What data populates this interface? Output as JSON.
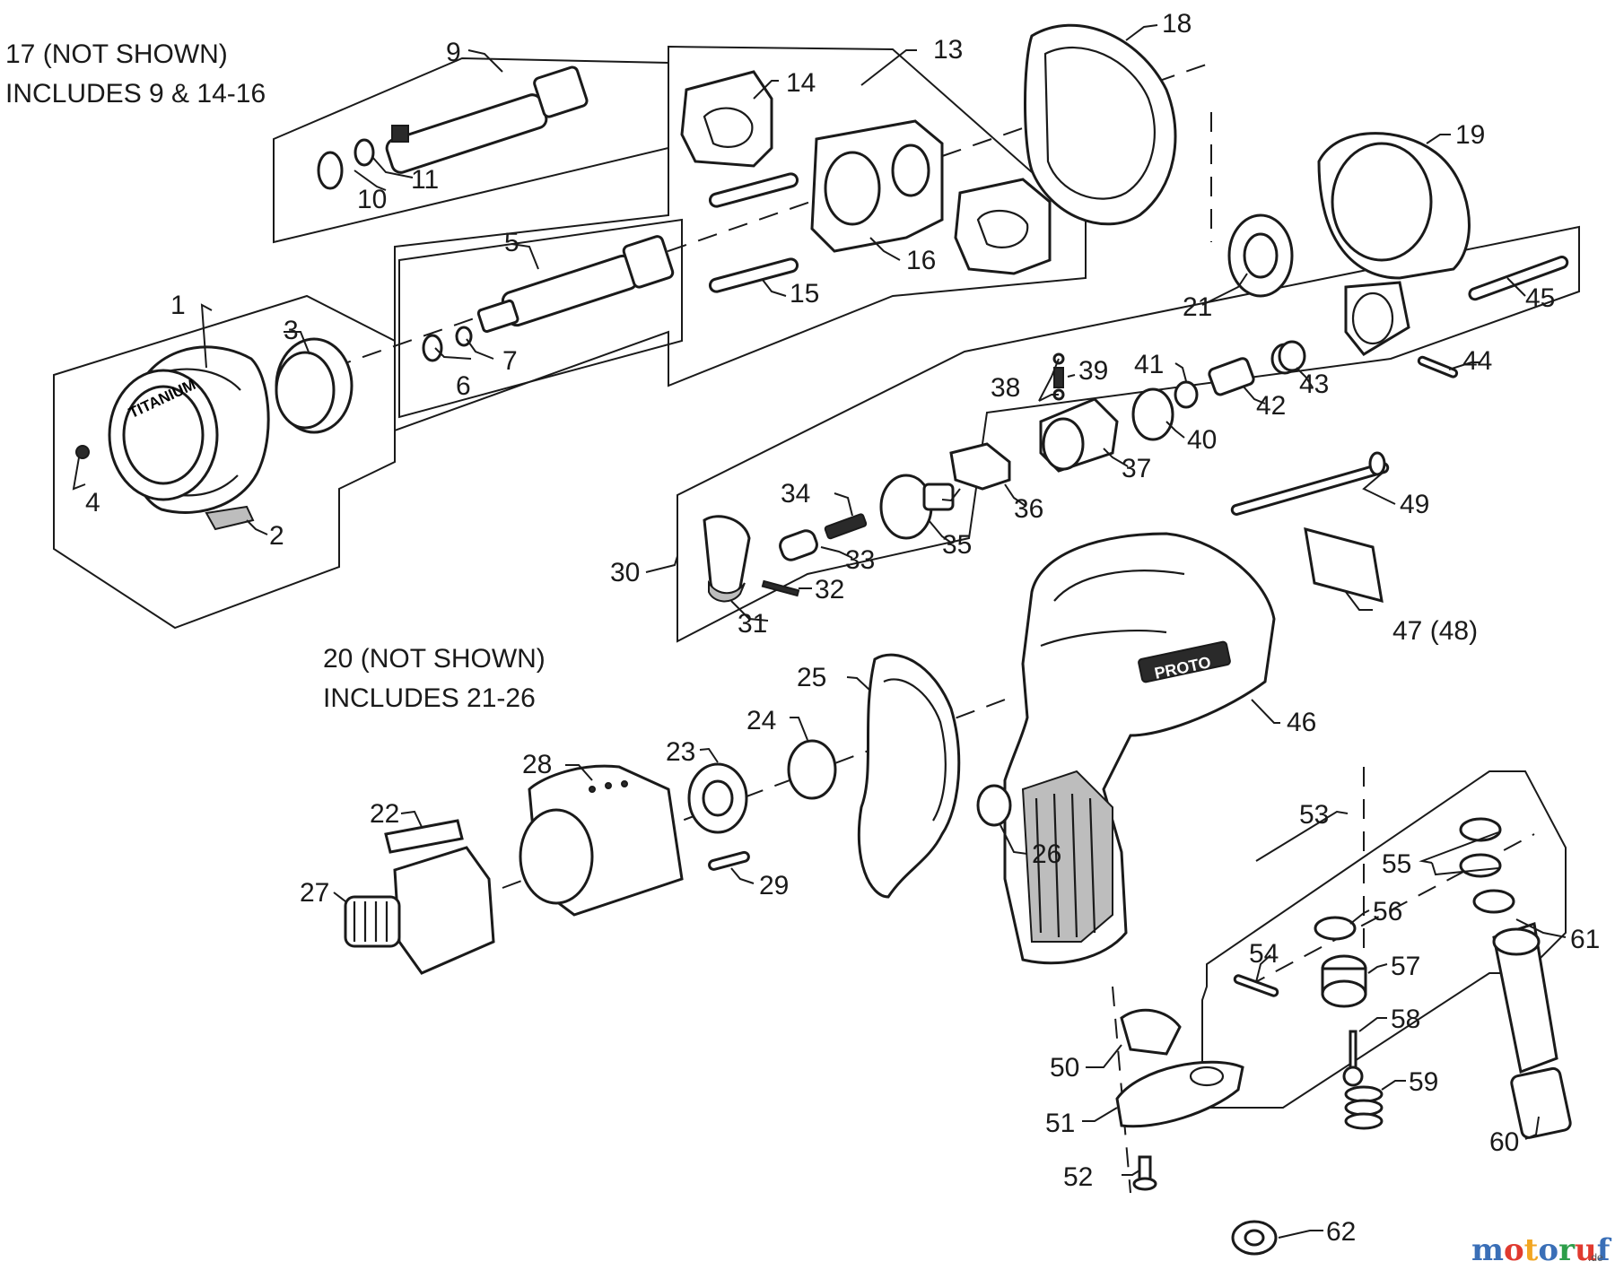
{
  "notes": {
    "note_17_line1": "17 (NOT SHOWN)",
    "note_17_line2": "INCLUDES 9 & 14-16",
    "note_20_line1": "20 (NOT SHOWN)",
    "note_20_line2": "INCLUDES 21-26"
  },
  "part_labels": [
    "1",
    "2",
    "3",
    "4",
    "5",
    "6",
    "7",
    "9",
    "10",
    "11",
    "13",
    "14",
    "15",
    "16",
    "18",
    "19",
    "21",
    "22",
    "23",
    "24",
    "25",
    "26",
    "27",
    "28",
    "29",
    "30",
    "31",
    "32",
    "33",
    "34",
    "35",
    "36",
    "37",
    "38",
    "39",
    "40",
    "41",
    "42",
    "43",
    "44",
    "45",
    "46",
    "47 (48)",
    "49",
    "50",
    "51",
    "52",
    "53",
    "54",
    "55",
    "56",
    "57",
    "58",
    "59",
    "60",
    "61",
    "62"
  ],
  "housing_text": "PROTO",
  "anvil_cover_text": "TITANIUM",
  "watermark": {
    "letters": [
      "m",
      "o",
      "t",
      "o",
      "r",
      "u",
      "f"
    ],
    "suffix": ".de",
    "colors": [
      "#3a6fb7",
      "#e03a2f",
      "#f2a623",
      "#3a6fb7",
      "#2e9e4a",
      "#e03a2f",
      "#3a6fb7"
    ]
  }
}
